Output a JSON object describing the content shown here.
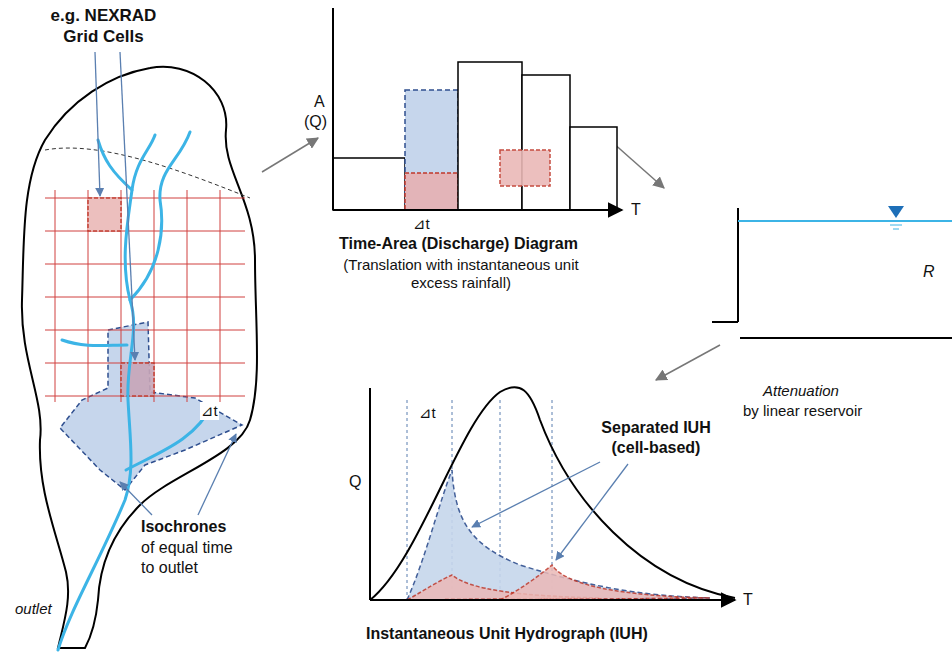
{
  "diagram": {
    "labels": [
      "e.g. NEXRAD Grid Cells",
      "outlet",
      "Isochrones",
      "of equal time to outlet",
      "⊿t",
      "A",
      "(Q)",
      "T",
      "⊿t",
      "Time-Area (Discharge) Diagram",
      "(Translation with instantaneous unit excess rainfall)",
      "R",
      "Attenuation",
      "by linear reservoir",
      "Q",
      "T",
      "⊿t",
      "Separated IUH (cell-based)",
      "Instantaneous Unit Hydrograph (IUH)"
    ]
  }
}
